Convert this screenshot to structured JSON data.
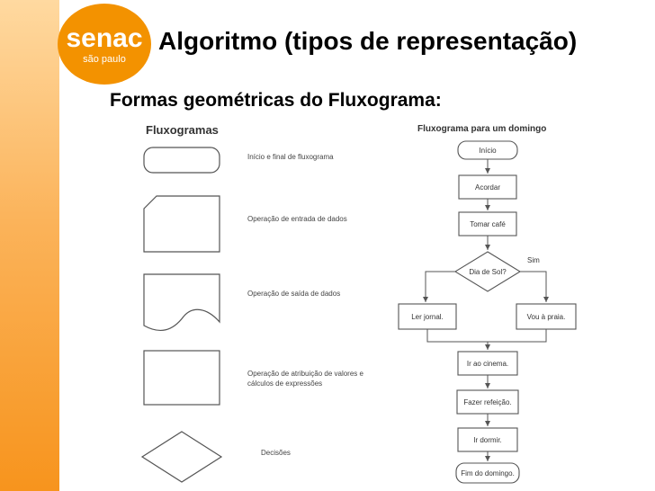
{
  "logo": {
    "brand": "senac",
    "sub": "são paulo",
    "color": "#f39200"
  },
  "header": {
    "title": "Algoritmo (tipos de representação)"
  },
  "section": {
    "subtitle": "Formas geométricas do Fluxograma:"
  },
  "legend": {
    "heading": "Fluxogramas",
    "items": [
      {
        "shape": "terminal",
        "label": "Início e final de fluxograma"
      },
      {
        "shape": "manual-input",
        "label": "Operação de entrada de dados"
      },
      {
        "shape": "document",
        "label": "Operação de saída de dados"
      },
      {
        "shape": "process",
        "label_line1": "Operação de atribuição de valores e",
        "label_line2": "cálculos de expressões"
      },
      {
        "shape": "decision",
        "label": "Decisões"
      }
    ]
  },
  "example": {
    "heading": "Fluxograma para um domingo",
    "nodes": {
      "start": "Início",
      "wake": "Acordar",
      "coffee": "Tomar café",
      "decision": "Dia de Sol?",
      "no_branch": "Ler jornal.",
      "yes_branch": "Vou à praia.",
      "cinema": "Ir ao cinema.",
      "meal": "Fazer refeição.",
      "sleep": "Ir dormir.",
      "end": "Fim do domingo."
    },
    "yes_label": "Sim"
  }
}
